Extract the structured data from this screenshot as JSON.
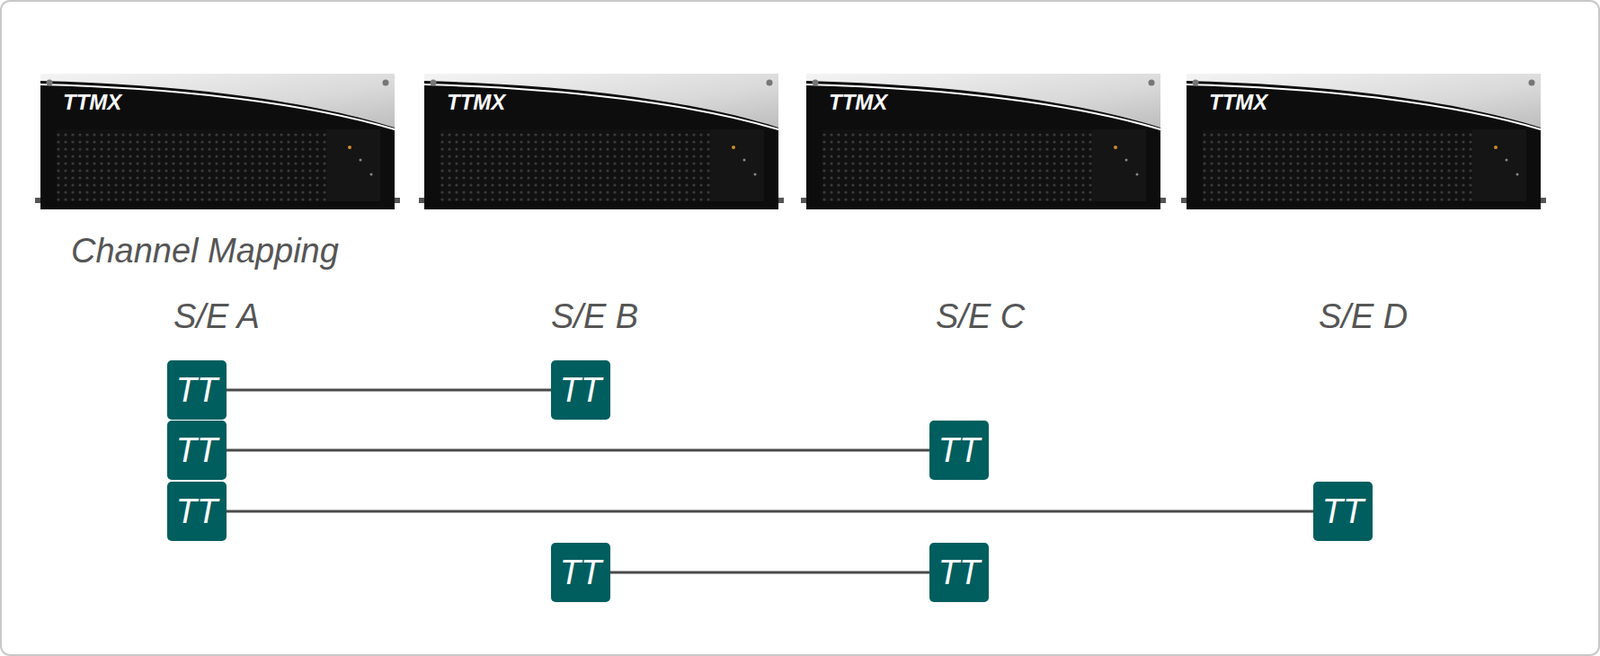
{
  "diagram": {
    "nodes": [
      {
        "text": [
          "TT"
        ]
      },
      {
        "text": [
          "TT"
        ]
      },
      {
        "text": [
          "TT"
        ]
      },
      {
        "text": [
          "TT"
        ]
      },
      {
        "text": [
          "TT"
        ]
      },
      {
        "text": [
          "TT"
        ]
      },
      {
        "text": [
          "TT"
        ]
      },
      {
        "text": [
          "TT"
        ]
      }
    ],
    "edges": [
      {
        "from": 0,
        "to": 1,
        "arrow": "none"
      },
      {
        "from": 2,
        "to": 3,
        "arrow": "none"
      },
      {
        "from": 4,
        "to": 5,
        "arrow": "none"
      },
      {
        "from": 6,
        "to": 7,
        "arrow": "none"
      }
    ],
    "labels": [
      "TTMX",
      "TTMX",
      "TTMX",
      "TTMX",
      "Channel Mapping",
      "S/E A",
      "S/E B",
      "S/E C",
      "S/E D"
    ]
  }
}
